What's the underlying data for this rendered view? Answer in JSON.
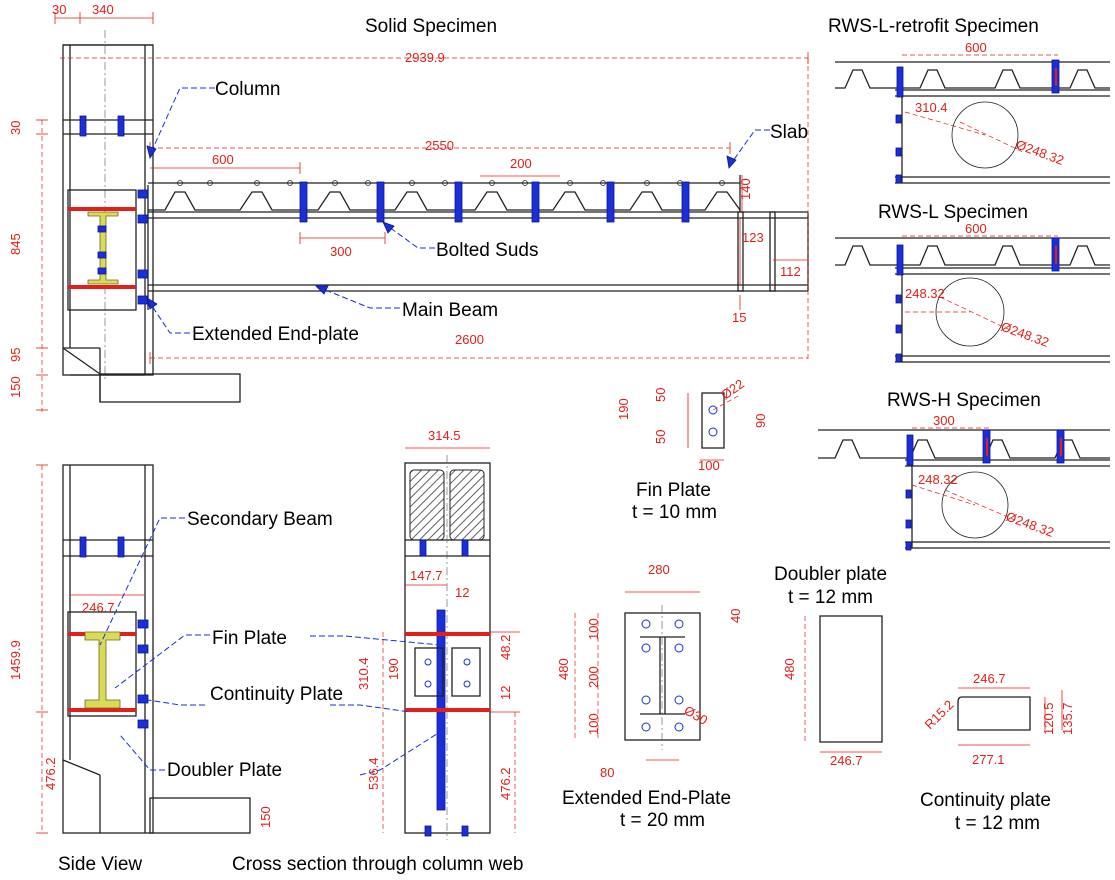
{
  "titles": {
    "solid": "Solid Specimen",
    "rws_l_retrofit": "RWS-L-retrofit Specimen",
    "rws_l": "RWS-L Specimen",
    "rws_h": "RWS-H Specimen",
    "side_view": "Side View",
    "cross_section": "Cross section through column web"
  },
  "labels": {
    "column": "Column",
    "slab": "Slab",
    "bolted_studs": "Bolted Suds",
    "main_beam": "Main Beam",
    "extended_end_plate": "Extended End-plate",
    "secondary_beam": "Secondary Beam",
    "fin_plate": "Fin Plate",
    "continuity_plate": "Continuity Plate",
    "doubler_plate": "Doubler Plate"
  },
  "details": {
    "fin_plate_name": "Fin Plate",
    "fin_plate_thk": "t = 10 mm",
    "doubler_name": "Doubler plate",
    "doubler_thk": "t = 12 mm",
    "end_plate_name": "Extended End-Plate",
    "end_plate_thk": "t = 20 mm",
    "continuity_name": "Continuity plate",
    "continuity_thk": "t = 12 mm"
  },
  "dims": {
    "d30a": "30",
    "d340": "340",
    "d2939": "2939.9",
    "d2550": "2550",
    "d600": "600",
    "d200": "200",
    "d300": "300",
    "d140": "140",
    "d123": "123",
    "d112": "112",
    "d15": "15",
    "d2600": "2600",
    "d30b": "30",
    "d845": "845",
    "d150": "150",
    "d95": "95",
    "r600a": "600",
    "r310": "310.4",
    "rdia": "Ø248.32",
    "r600b": "600",
    "r248": "248.32",
    "rdia2": "Ø248.32",
    "r300": "300",
    "r248b": "248.32",
    "rdia3": "Ø248.32",
    "f190": "190",
    "f50a": "50",
    "f50b": "50",
    "f90": "90",
    "f100": "100",
    "fd22": "Ø22",
    "s1459": "1459.9",
    "s246": "246.7",
    "s476": "476.2",
    "s150": "150",
    "c314": "314.5",
    "c147": "147.7",
    "c12a": "12",
    "c48": "48.2",
    "c310": "310.4",
    "c190": "190",
    "c12b": "12",
    "c536": "536.4",
    "c476": "476.2",
    "e280": "280",
    "e40": "40",
    "e100a": "100",
    "e200": "200",
    "e100b": "100",
    "e480": "480",
    "ed30": "Ø30",
    "e80": "80",
    "dp480": "480",
    "dp246": "246.7",
    "cp246": "246.7",
    "cp120": "120.5",
    "cp135": "135.7",
    "cp277": "277.1",
    "cpr": "R15.2"
  }
}
